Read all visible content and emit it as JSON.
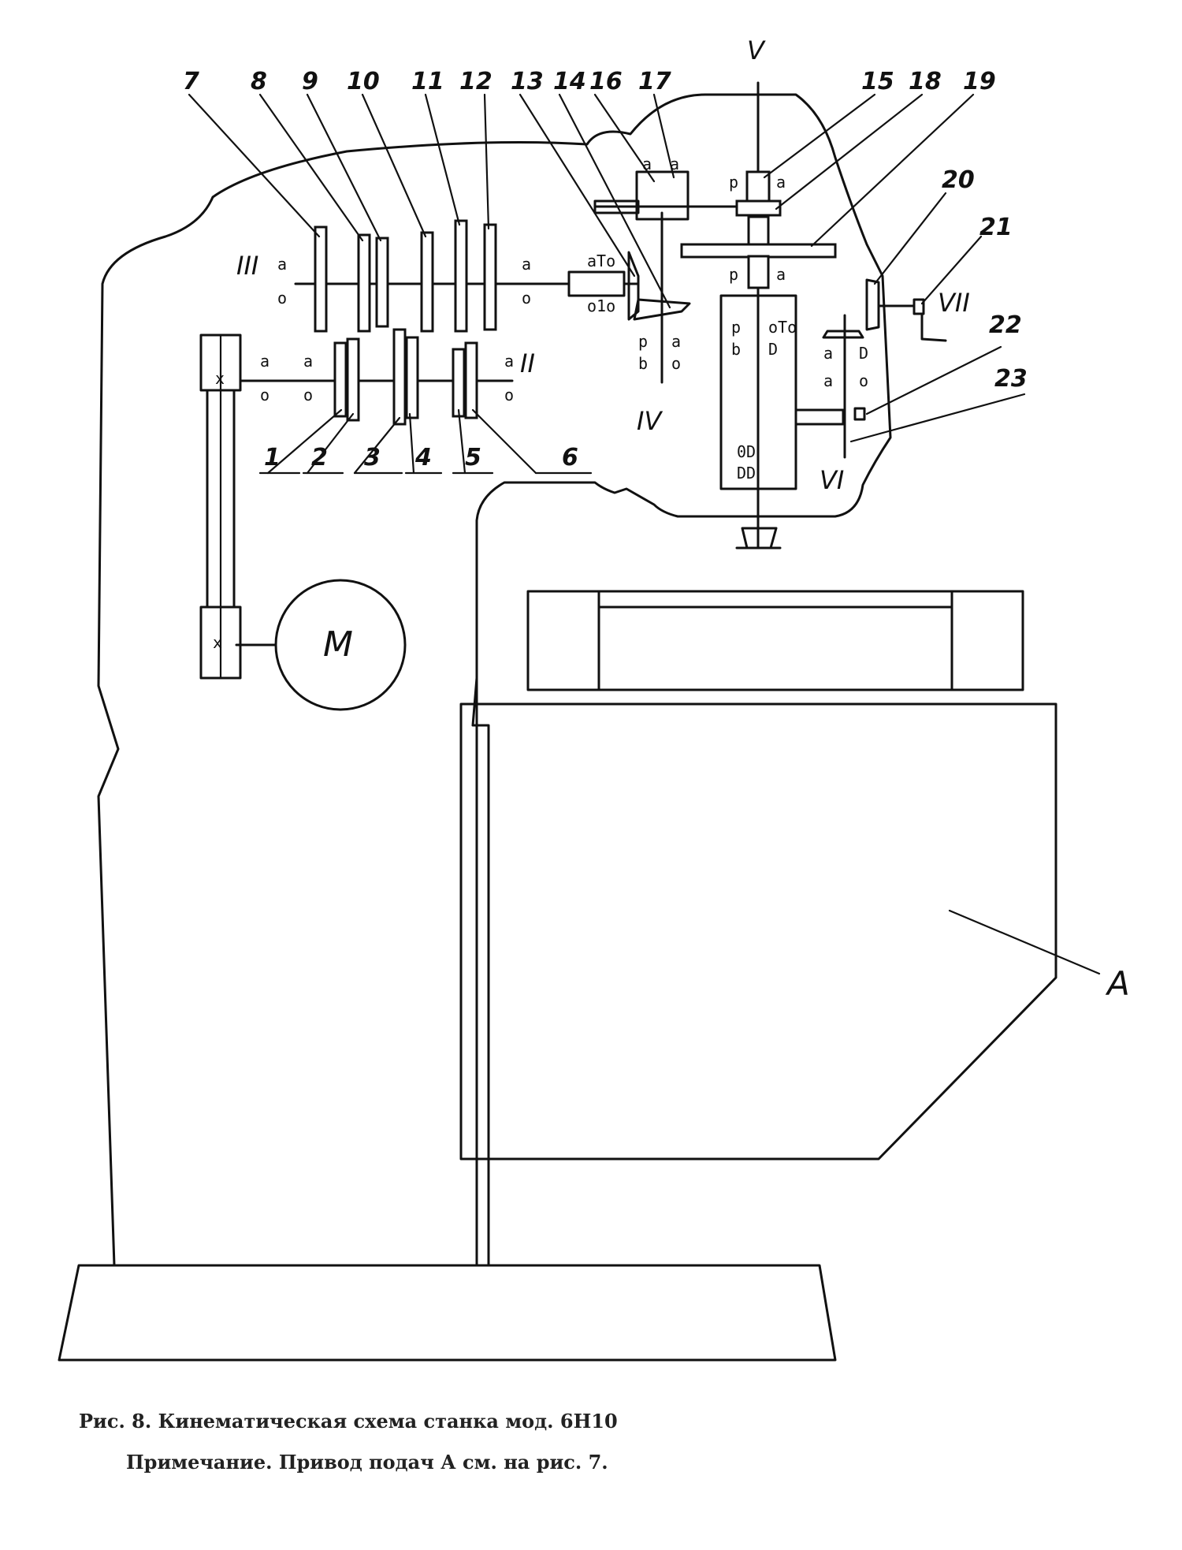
{
  "caption": {
    "title": "Рис. 8. Кинематическая схема станка мод. 6Н10",
    "note": "Примечание. Привод подач А см. на рис. 7."
  },
  "diagram": {
    "motor_label": "M",
    "unit_label": "A",
    "part_numbers": [
      "1",
      "2",
      "3",
      "4",
      "5",
      "6",
      "7",
      "8",
      "9",
      "10",
      "11",
      "12",
      "13",
      "14",
      "15",
      "16",
      "17",
      "18",
      "19",
      "20",
      "21",
      "22",
      "23"
    ],
    "shaft_labels": [
      "II",
      "III",
      "IV",
      "V",
      "VI",
      "VII"
    ]
  }
}
